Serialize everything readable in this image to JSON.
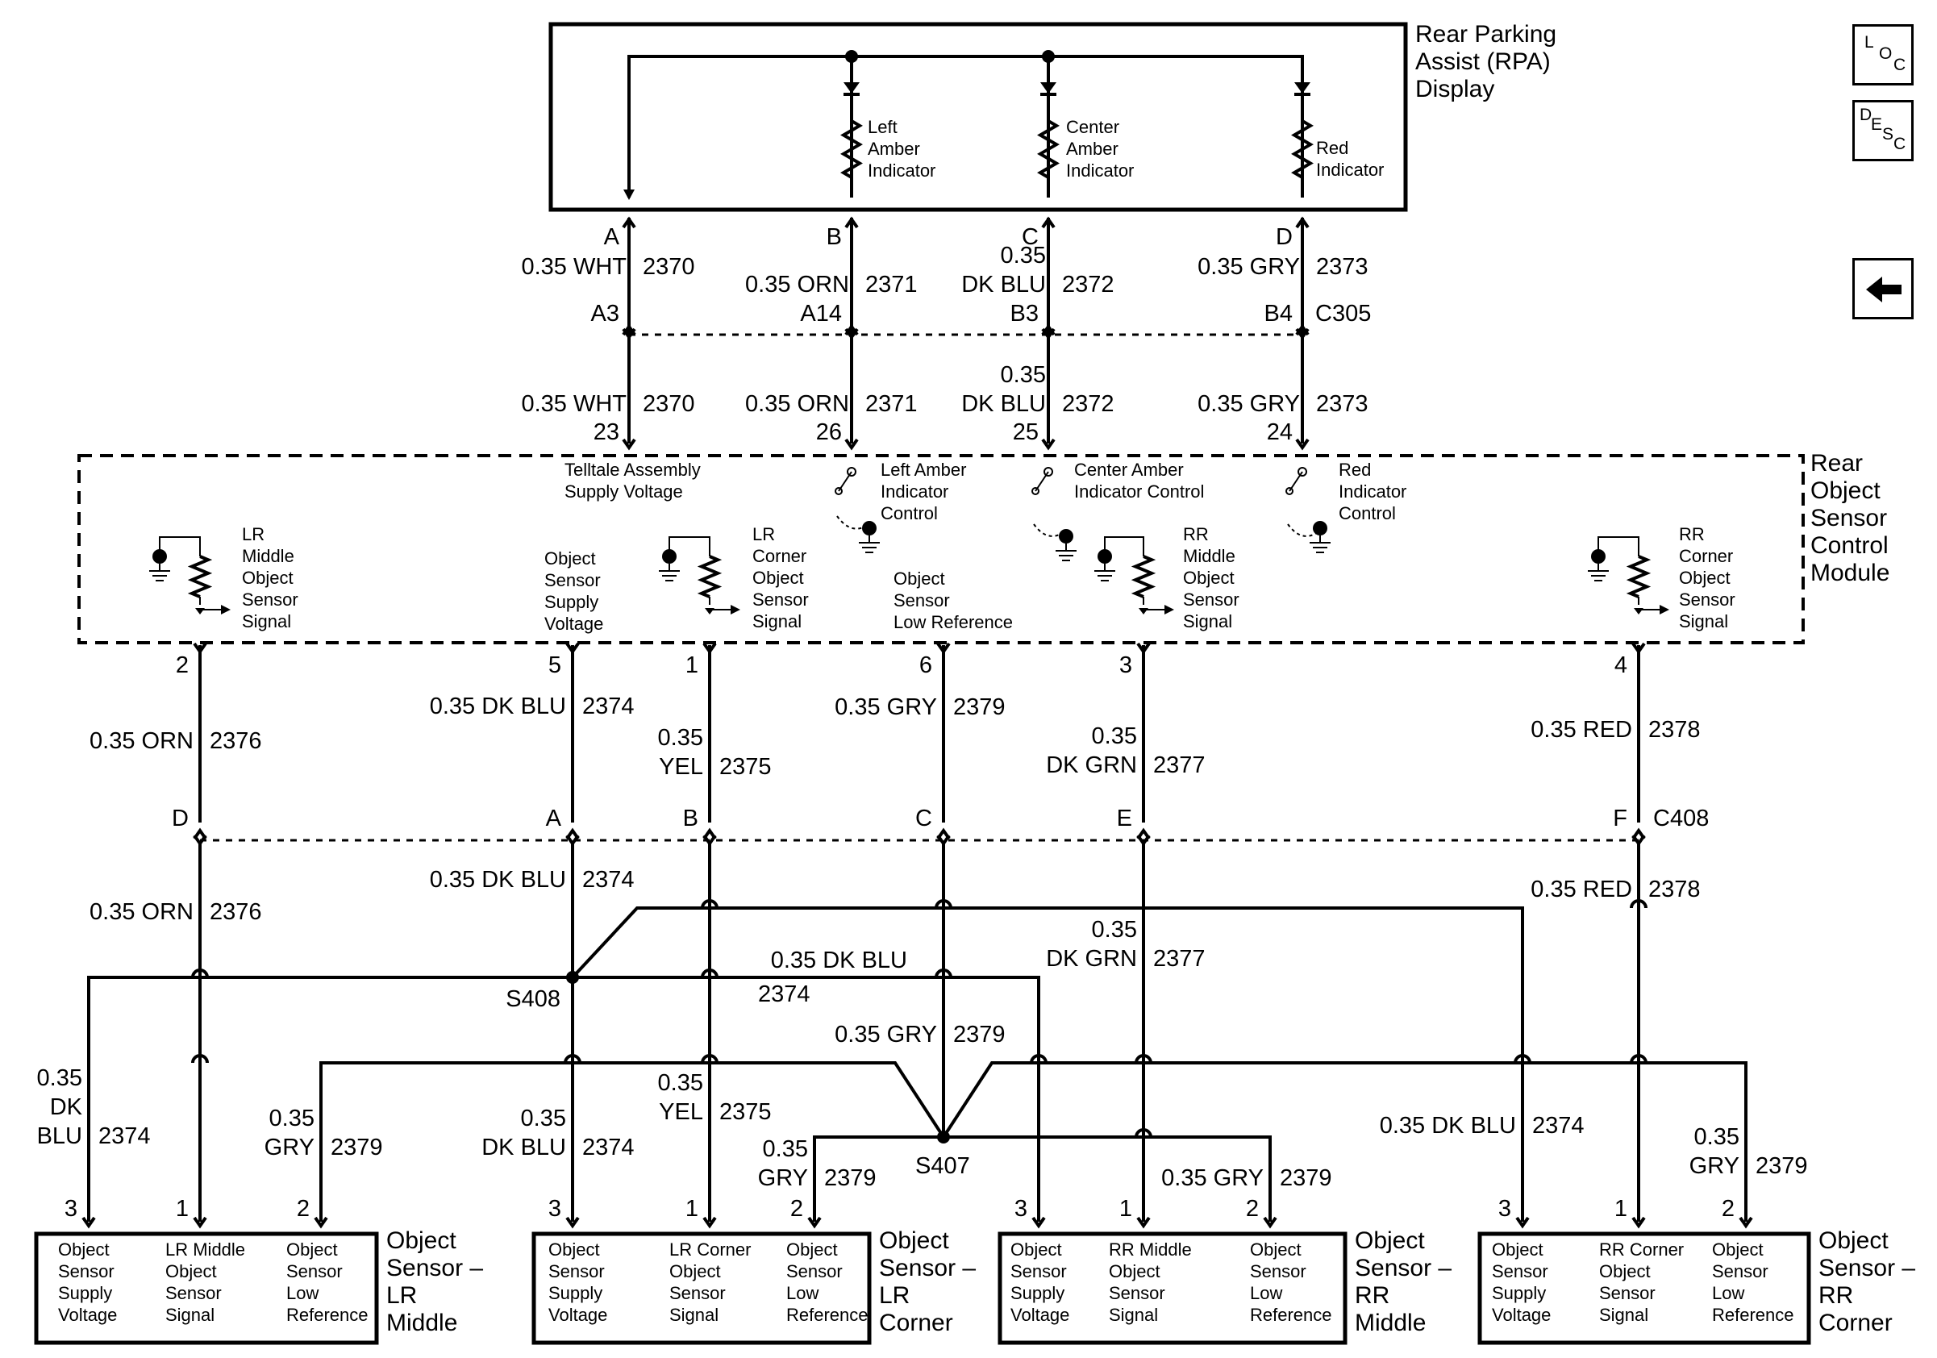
{
  "nav": {
    "loc": [
      "L",
      "O",
      "C"
    ],
    "desc": [
      "D",
      "E",
      "S",
      "C"
    ],
    "back_icon": "left-arrow-icon"
  },
  "rpa": {
    "title": [
      "Rear Parking",
      "Assist (RPA)",
      "Display"
    ],
    "left_amber": [
      "Left",
      "Amber",
      "Indicator"
    ],
    "center_amber": [
      "Center",
      "Amber",
      "Indicator"
    ],
    "red": [
      "Red",
      "Indicator"
    ],
    "pins": [
      "A",
      "B",
      "C",
      "D"
    ]
  },
  "c305": {
    "name": "C305",
    "pins": [
      "A3",
      "A14",
      "B3",
      "B4"
    ]
  },
  "wires_upper": [
    {
      "color": [
        "0.35 WHT"
      ],
      "circuit": "2370"
    },
    {
      "color": [
        "0.35 ORN"
      ],
      "circuit": "2371"
    },
    {
      "color": [
        "0.35",
        "DK BLU"
      ],
      "circuit": "2372"
    },
    {
      "color": [
        "0.35 GRY"
      ],
      "circuit": "2373"
    }
  ],
  "module": {
    "title": [
      "Rear",
      "Object",
      "Sensor",
      "Control",
      "Module"
    ],
    "top_pins": [
      "23",
      "26",
      "25",
      "24"
    ],
    "telltale": [
      "Telltale Assembly",
      "Supply Voltage"
    ],
    "left_amber_ctrl": [
      "Left Amber",
      "Indicator",
      "Control"
    ],
    "center_amber_ctrl": [
      "Center Amber",
      "Indicator Control"
    ],
    "red_ctrl": [
      "Red",
      "Indicator",
      "Control"
    ],
    "lr_middle": [
      "LR",
      "Middle",
      "Object",
      "Sensor",
      "Signal"
    ],
    "supply": [
      "Object",
      "Sensor",
      "Supply",
      "Voltage"
    ],
    "lr_corner": [
      "LR",
      "Corner",
      "Object",
      "Sensor",
      "Signal"
    ],
    "low_ref": [
      "Object",
      "Sensor",
      "Low Reference"
    ],
    "rr_middle": [
      "RR",
      "Middle",
      "Object",
      "Sensor",
      "Signal"
    ],
    "rr_corner": [
      "RR",
      "Corner",
      "Object",
      "Sensor",
      "Signal"
    ],
    "bottom_pins": [
      "2",
      "5",
      "1",
      "6",
      "3",
      "4"
    ]
  },
  "mid_wires": [
    {
      "color": [
        "0.35 ORN"
      ],
      "circuit": "2376"
    },
    {
      "color": [
        "0.35 DK BLU"
      ],
      "circuit": "2374"
    },
    {
      "color": [
        "0.35",
        "YEL"
      ],
      "circuit": "2375"
    },
    {
      "color": [
        "0.35 GRY"
      ],
      "circuit": "2379"
    },
    {
      "color": [
        "0.35",
        "DK GRN"
      ],
      "circuit": "2377"
    },
    {
      "color": [
        "0.35 RED"
      ],
      "circuit": "2378"
    }
  ],
  "c408": {
    "name": "C408",
    "pins": [
      "D",
      "A",
      "B",
      "C",
      "E",
      "F"
    ]
  },
  "lower_wires": {
    "orn": {
      "color": [
        "0.35 ORN"
      ],
      "circuit": "2376"
    },
    "dkblu": {
      "color": [
        "0.35 DK BLU"
      ],
      "circuit": "2374"
    },
    "red": {
      "color": [
        "0.35 RED"
      ],
      "circuit": "2378"
    },
    "dkgrn": {
      "color": [
        "0.35",
        "DK GRN"
      ],
      "circuit": "2377"
    },
    "bus_dkblu": {
      "color": [
        "0.35 DK BLU"
      ],
      "circuit": "2374"
    },
    "gry": {
      "color": [
        "0.35 GRY"
      ],
      "circuit": "2379"
    }
  },
  "splices": {
    "s408": "S408",
    "s407": "S407"
  },
  "branch_wires": {
    "lrm_supply": {
      "color": [
        "0.35",
        "DK",
        "BLU"
      ],
      "circuit": "2374"
    },
    "lrm_low": {
      "color": [
        "0.35",
        "GRY"
      ],
      "circuit": "2379"
    },
    "lrc_supply": {
      "color": [
        "0.35",
        "DK BLU"
      ],
      "circuit": "2374"
    },
    "lrc_sig": {
      "color": [
        "0.35",
        "YEL"
      ],
      "circuit": "2375"
    },
    "lrc_low": {
      "color": [
        "0.35",
        "GRY"
      ],
      "circuit": "2379"
    },
    "rrm_low": {
      "color": [
        "0.35 GRY"
      ],
      "circuit": "2379"
    },
    "rrc_supply": {
      "color": [
        "0.35 DK BLU"
      ],
      "circuit": "2374"
    },
    "rrc_low": {
      "color": [
        "0.35",
        "GRY"
      ],
      "circuit": "2379"
    }
  },
  "sensors": [
    {
      "title": [
        "Object",
        "Sensor –",
        "LR",
        "Middle"
      ],
      "pins": [
        "3",
        "1",
        "2"
      ],
      "c1": [
        "Object",
        "Sensor",
        "Supply",
        "Voltage"
      ],
      "c2": [
        "LR Middle",
        "Object",
        "Sensor",
        "Signal"
      ],
      "c3": [
        "Object",
        "Sensor",
        "Low",
        "Reference"
      ]
    },
    {
      "title": [
        "Object",
        "Sensor –",
        "LR",
        "Corner"
      ],
      "pins": [
        "3",
        "1",
        "2"
      ],
      "c1": [
        "Object",
        "Sensor",
        "Supply",
        "Voltage"
      ],
      "c2": [
        "LR Corner",
        "Object",
        "Sensor",
        "Signal"
      ],
      "c3": [
        "Object",
        "Sensor",
        "Low",
        "Reference"
      ]
    },
    {
      "title": [
        "Object",
        "Sensor –",
        "RR",
        "Middle"
      ],
      "pins": [
        "3",
        "1",
        "2"
      ],
      "c1": [
        "Object",
        "Sensor",
        "Supply",
        "Voltage"
      ],
      "c2": [
        "RR Middle",
        "Object",
        "Sensor",
        "Signal"
      ],
      "c3": [
        "Object",
        "Sensor",
        "Low",
        "Reference"
      ]
    },
    {
      "title": [
        "Object",
        "Sensor –",
        "RR",
        "Corner"
      ],
      "pins": [
        "3",
        "1",
        "2"
      ],
      "c1": [
        "Object",
        "Sensor",
        "Supply",
        "Voltage"
      ],
      "c2": [
        "RR Corner",
        "Object",
        "Sensor",
        "Signal"
      ],
      "c3": [
        "Object",
        "Sensor",
        "Low",
        "Reference"
      ]
    }
  ]
}
